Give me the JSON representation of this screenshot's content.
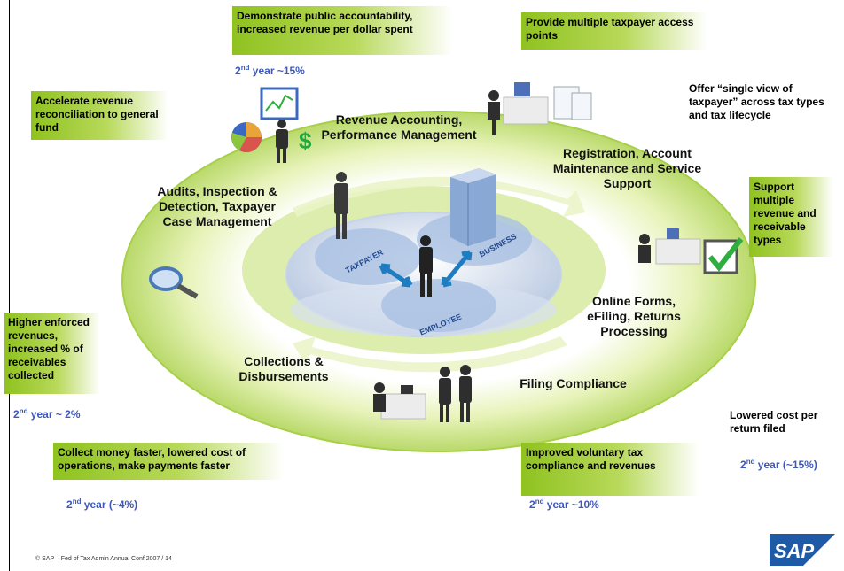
{
  "outcomes": {
    "accountability": "Demonstrate public accountability, increased revenue per dollar spent",
    "access_points": "Provide multiple taxpayer access points",
    "single_view": "Offer “single view of taxpayer” across tax types and tax lifecycle",
    "accelerate": "Accelerate revenue reconciliation to general fund",
    "multiple_types": "Support multiple revenue and receivable types",
    "enforced": "Higher enforced revenues, increased % of receivables collected",
    "collect_faster": "Collect money faster, lowered cost of operations, make payments faster",
    "voluntary": "Improved voluntary tax compliance and revenues",
    "lowered_cost": "Lowered cost per return filed"
  },
  "metrics": {
    "m1": {
      "ord": "2",
      "sup": "nd",
      "text": " year ~15%"
    },
    "m2": {
      "ord": "2",
      "sup": "nd",
      "text": " year ~ 2%"
    },
    "m3": {
      "ord": "2",
      "sup": "nd",
      "text": " year (~4%)"
    },
    "m4": {
      "ord": "2",
      "sup": "nd",
      "text": " year ~10%"
    },
    "m5": {
      "ord": "2",
      "sup": "nd",
      "text": " year (~15%)"
    }
  },
  "processes": {
    "revenue_accounting": "Revenue Accounting, Performance Management",
    "registration": "Registration, Account Maintenance and Service Support",
    "audits": "Audits, Inspection & Detection, Taxpayer Case Management",
    "online_forms": "Online Forms, eFiling, Returns Processing",
    "collections": "Collections & Disbursements",
    "filing": "Filing Compliance"
  },
  "hub": {
    "taxpayer": "TAXPAYER",
    "business": "BUSINESS",
    "employee": "EMPLOYEE"
  },
  "footer": "©  SAP – Fed of Tax Admin Annual Conf 2007 / 14",
  "logo": "SAP",
  "colors": {
    "green": "#8fc21f",
    "metric_blue": "#3e58b8",
    "hub_blue": "#9fb8dc",
    "sap_blue": "#1f5aa6"
  },
  "icons": [
    "pie-chart-icon",
    "dollar-icon",
    "magnifier-icon",
    "checkmark-icon",
    "computer-desk-icon",
    "server-icon"
  ]
}
